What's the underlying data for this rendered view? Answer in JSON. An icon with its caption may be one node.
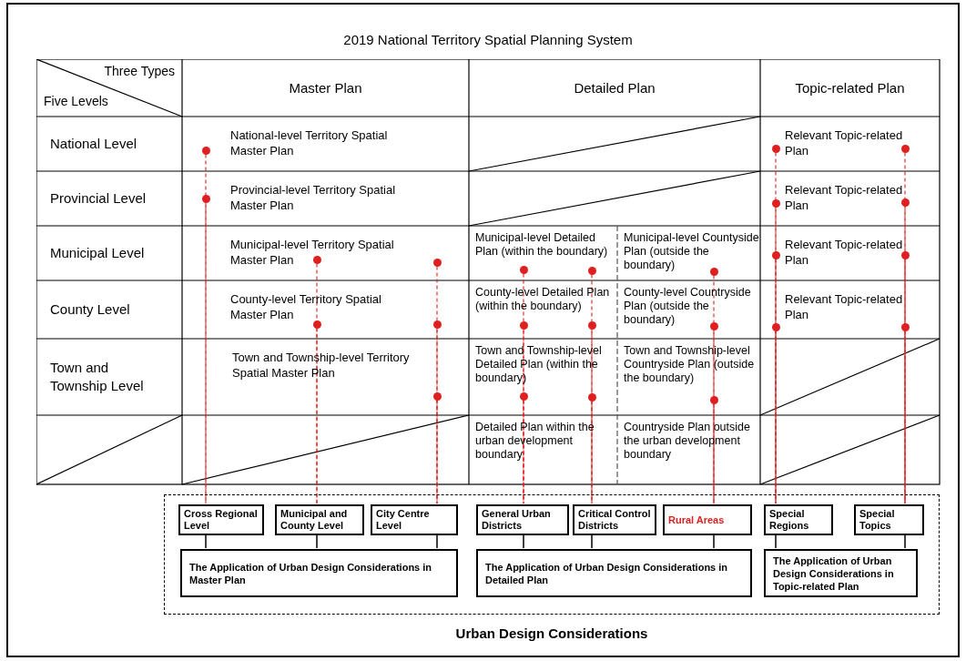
{
  "diagram": {
    "title": "2019 National Territory Spatial Planning System",
    "nodes": [
      {
        "text": [
          "Three Types",
          "Five Levels"
        ]
      },
      {
        "text": [
          "Master Plan"
        ]
      },
      {
        "text": [
          "Detailed Plan"
        ]
      },
      {
        "text": [
          "Topic-related Plan"
        ]
      },
      {
        "text": [
          "National Level"
        ]
      },
      {
        "text": [
          "National-level Territory Spatial Master Plan"
        ]
      },
      {
        "text": [
          "Relevant Topic-related Plan"
        ]
      },
      {
        "text": [
          "Provincial Level"
        ]
      },
      {
        "text": [
          "Provincial-level Territory Spatial Master Plan"
        ]
      },
      {
        "text": [
          "Relevant Topic-related Plan"
        ]
      },
      {
        "text": [
          "Municipal Level"
        ]
      },
      {
        "text": [
          "Municipal-level Territory Spatial Master Plan"
        ]
      },
      {
        "text": [
          "Municipal-level Detailed Plan (within the boundary)"
        ]
      },
      {
        "text": [
          "Municipal-level Countyside Plan (outside the boundary)"
        ]
      },
      {
        "text": [
          "Relevant Topic-related Plan"
        ]
      },
      {
        "text": [
          "County Level"
        ]
      },
      {
        "text": [
          "County-level Territory Spatial Master Plan"
        ]
      },
      {
        "text": [
          "County-level Detailed Plan (within the boundary)"
        ]
      },
      {
        "text": [
          "County-level Countryside Plan (outside the boundary)"
        ]
      },
      {
        "text": [
          "Relevant Topic-related Plan"
        ]
      },
      {
        "text": [
          "Town and Township Level"
        ]
      },
      {
        "text": [
          "Town and Township-level Territory Spatial Master Plan"
        ]
      },
      {
        "text": [
          "Town and Township-level Detailed Plan (within the boundary)"
        ]
      },
      {
        "text": [
          "Town and Township-level Countryside Plan (outside the boundary)"
        ]
      },
      {
        "text": [
          "Detailed Plan within the urban development boundary"
        ]
      },
      {
        "text": [
          "Countryside Plan outside the urban development boundary"
        ]
      },
      {
        "text": [
          "Urban Design Considerations"
        ]
      },
      {
        "text": [
          "Cross Regional Level"
        ],
        "in": 26
      },
      {
        "text": [
          "Municipal and County Level"
        ],
        "in": 26
      },
      {
        "text": [
          "City Centre Level"
        ],
        "in": 26
      },
      {
        "text": [
          "General Urban Districts"
        ],
        "in": 26
      },
      {
        "text": [
          "Critical Control Districts"
        ],
        "in": 26
      },
      {
        "text": [
          "Rural Areas"
        ],
        "in": 26
      },
      {
        "text": [
          "Special Regions"
        ],
        "in": 26
      },
      {
        "text": [
          "Special Topics"
        ],
        "in": 26
      },
      {
        "text": [
          "The Application of Urban Design Considerations in Master Plan"
        ],
        "in": 26
      },
      {
        "text": [
          "The Application of Urban Design Considerations in Detailed Plan"
        ],
        "in": 26
      },
      {
        "text": [
          "The Application of Urban Design Considerations in Topic-related Plan"
        ],
        "in": 26
      },
      {
        "text": [],
        "shape": "circle",
        "in": 5
      },
      {
        "text": [],
        "shape": "circle",
        "in": 8
      },
      {
        "text": [],
        "shape": "circle",
        "in": 11
      },
      {
        "text": [],
        "shape": "circle",
        "in": 16
      },
      {
        "text": [],
        "shape": "circle",
        "in": 11
      },
      {
        "text": [],
        "shape": "circle",
        "in": 16
      },
      {
        "text": [],
        "shape": "circle",
        "in": 21
      },
      {
        "text": [],
        "shape": "circle",
        "in": 12
      },
      {
        "text": [],
        "shape": "circle",
        "in": 17
      },
      {
        "text": [],
        "shape": "circle",
        "in": 22
      },
      {
        "text": [],
        "shape": "circle",
        "in": 12
      },
      {
        "text": [],
        "shape": "circle",
        "in": 17
      },
      {
        "text": [],
        "shape": "circle",
        "in": 22
      },
      {
        "text": [],
        "shape": "circle",
        "in": 13
      },
      {
        "text": [],
        "shape": "circle",
        "in": 18
      },
      {
        "text": [],
        "shape": "circle",
        "in": 23
      },
      {
        "text": [],
        "shape": "circle",
        "in": 6
      },
      {
        "text": [],
        "shape": "circle",
        "in": 9
      },
      {
        "text": [],
        "shape": "circle",
        "in": 14
      },
      {
        "text": [],
        "shape": "circle",
        "in": 19
      },
      {
        "text": [],
        "shape": "circle",
        "in": 6
      },
      {
        "text": [],
        "shape": "circle",
        "in": 9
      },
      {
        "text": [],
        "shape": "circle",
        "in": 14
      },
      {
        "text": [],
        "shape": "circle",
        "in": 19
      }
    ],
    "edges": [
      {
        "from": 38,
        "to": 27,
        "arrow": "none",
        "style": "dashed",
        "color": "#e02020"
      },
      {
        "from": 39,
        "to": 27,
        "arrow": "none",
        "style": "dashed",
        "color": "#e02020"
      },
      {
        "from": 40,
        "to": 28,
        "arrow": "none",
        "style": "dashed",
        "color": "#e02020"
      },
      {
        "from": 41,
        "to": 28,
        "arrow": "none",
        "style": "dashed",
        "color": "#e02020"
      },
      {
        "from": 42,
        "to": 29,
        "arrow": "none",
        "style": "dashed",
        "color": "#e02020"
      },
      {
        "from": 43,
        "to": 29,
        "arrow": "none",
        "style": "dashed",
        "color": "#e02020"
      },
      {
        "from": 44,
        "to": 29,
        "arrow": "none",
        "style": "dashed",
        "color": "#e02020"
      },
      {
        "from": 45,
        "to": 30,
        "arrow": "none",
        "style": "dashed",
        "color": "#e02020"
      },
      {
        "from": 46,
        "to": 30,
        "arrow": "none",
        "style": "dashed",
        "color": "#e02020"
      },
      {
        "from": 47,
        "to": 30,
        "arrow": "none",
        "style": "dashed",
        "color": "#e02020"
      },
      {
        "from": 48,
        "to": 31,
        "arrow": "none",
        "style": "dashed",
        "color": "#e02020"
      },
      {
        "from": 49,
        "to": 31,
        "arrow": "none",
        "style": "dashed",
        "color": "#e02020"
      },
      {
        "from": 50,
        "to": 31,
        "arrow": "none",
        "style": "dashed",
        "color": "#e02020"
      },
      {
        "from": 51,
        "to": 32,
        "arrow": "none",
        "style": "dashed",
        "color": "#e02020"
      },
      {
        "from": 52,
        "to": 32,
        "arrow": "none",
        "style": "dashed",
        "color": "#e02020"
      },
      {
        "from": 53,
        "to": 32,
        "arrow": "none",
        "style": "dashed",
        "color": "#e02020"
      },
      {
        "from": 54,
        "to": 33,
        "arrow": "none",
        "style": "dashed",
        "color": "#e02020"
      },
      {
        "from": 55,
        "to": 33,
        "arrow": "none",
        "style": "dashed",
        "color": "#e02020"
      },
      {
        "from": 56,
        "to": 33,
        "arrow": "none",
        "style": "dashed",
        "color": "#e02020"
      },
      {
        "from": 57,
        "to": 33,
        "arrow": "none",
        "style": "dashed",
        "color": "#e02020"
      },
      {
        "from": 58,
        "to": 34,
        "arrow": "none",
        "style": "dashed",
        "color": "#e02020"
      },
      {
        "from": 59,
        "to": 34,
        "arrow": "none",
        "style": "dashed",
        "color": "#e02020"
      },
      {
        "from": 60,
        "to": 34,
        "arrow": "none",
        "style": "dashed",
        "color": "#e02020"
      },
      {
        "from": 61,
        "to": 34,
        "arrow": "none",
        "style": "dashed",
        "color": "#e02020"
      },
      {
        "from": 27,
        "to": 35,
        "arrow": "none",
        "color": "#000000"
      },
      {
        "from": 28,
        "to": 35,
        "arrow": "none",
        "color": "#000000"
      },
      {
        "from": 29,
        "to": 35,
        "arrow": "none",
        "color": "#000000"
      },
      {
        "from": 30,
        "to": 36,
        "arrow": "none",
        "color": "#000000"
      },
      {
        "from": 31,
        "to": 36,
        "arrow": "none",
        "color": "#000000"
      },
      {
        "from": 32,
        "to": 36,
        "arrow": "none",
        "color": "#000000"
      },
      {
        "from": 33,
        "to": 37,
        "arrow": "none",
        "color": "#000000"
      },
      {
        "from": 34,
        "to": 37,
        "arrow": "none",
        "color": "#000000"
      }
    ]
  }
}
